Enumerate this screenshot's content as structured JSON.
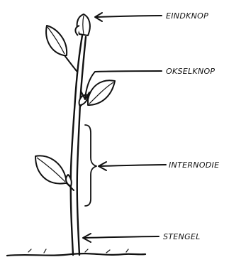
{
  "labels": {
    "eindknop": "EINDKNOP",
    "okselknop": "OKSELKNOP",
    "internodie": "INTERNODIE",
    "stengel": "STENGEL"
  },
  "colors": {
    "ink": "#111111",
    "background": "#ffffff"
  }
}
